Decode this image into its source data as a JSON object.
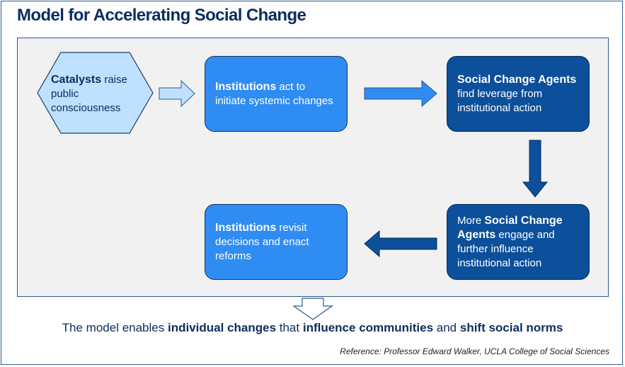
{
  "title": "Model for Accelerating Social Change",
  "nodes": {
    "catalysts": {
      "bold": "Catalysts",
      "text": " raise public consciousness"
    },
    "institutions_initiate": {
      "bold": "Institutions",
      "text": " act to initiate systemic changes"
    },
    "agents_leverage": {
      "bold": "Social Change Agents",
      "text": " find leverage from institutional action"
    },
    "more_agents": {
      "prefix": "More ",
      "bold": "Social Change Agents",
      "text": " engage and further influence institutional action"
    },
    "institutions_revisit": {
      "bold": "Institutions",
      "text": " revisit decisions and enact reforms"
    }
  },
  "summary": {
    "p1": "The model enables ",
    "b1": "individual changes",
    "p2": " that ",
    "b2": "influence communities",
    "p3": " and ",
    "b3": "shift social norms"
  },
  "reference": "Reference: Professor Edward Walker, UCLA College of Social Sciences",
  "colors": {
    "title": "#0c2d5e",
    "panel": "#f1f1f1",
    "light_blue": "#bfe0ff",
    "medium_blue": "#2f8cf3",
    "dark_blue": "#0c4f9a",
    "border": "#2a5a8c"
  }
}
